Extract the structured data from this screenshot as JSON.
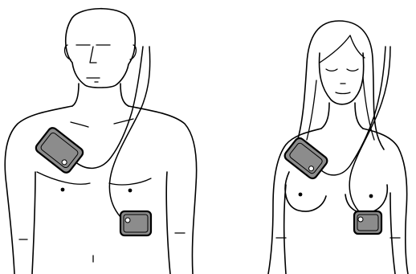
{
  "colors": {
    "outline": "#000000",
    "background": "#ffffff",
    "pad_fill": "#8c8c8c",
    "cable": "#000000"
  },
  "figures": [
    {
      "name": "male-torso",
      "pads": [
        {
          "position": "upper-right-chest",
          "rotation": "angled"
        },
        {
          "position": "lower-left-side",
          "rotation": "horizontal"
        }
      ]
    },
    {
      "name": "female-torso",
      "pads": [
        {
          "position": "upper-right-chest",
          "rotation": "angled"
        },
        {
          "position": "under-left-breast",
          "rotation": "horizontal"
        }
      ]
    }
  ]
}
